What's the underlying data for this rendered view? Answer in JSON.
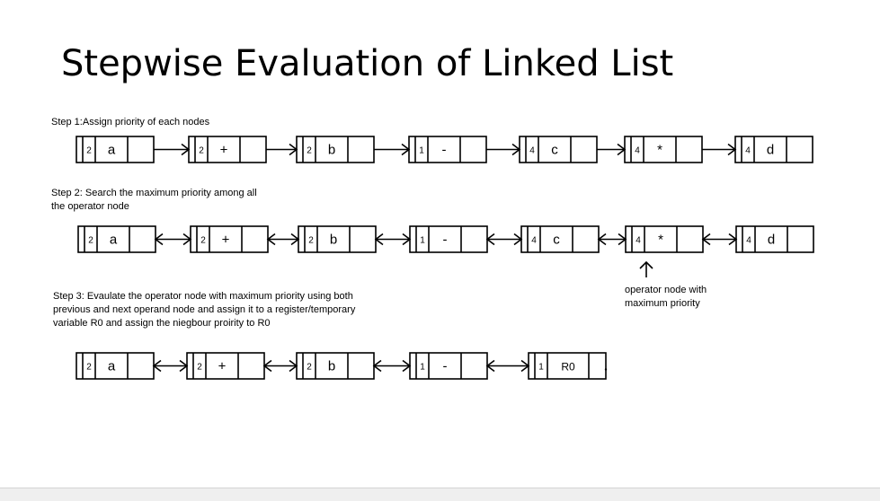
{
  "slide": {
    "title": "Stepwise Evaluation of Linked List"
  },
  "steps": [
    {
      "label": "Step 1:Assign priority of each nodes",
      "link": "single",
      "nodes": [
        {
          "priority": "2",
          "value": "a"
        },
        {
          "priority": "2",
          "value": "+"
        },
        {
          "priority": "2",
          "value": "b"
        },
        {
          "priority": "1",
          "value": "-"
        },
        {
          "priority": "4",
          "value": "c"
        },
        {
          "priority": "4",
          "value": "*"
        },
        {
          "priority": "4",
          "value": "d"
        }
      ]
    },
    {
      "label_lines": [
        "Step 2: Search the maximum priority among all",
        "the operator node"
      ],
      "link": "double",
      "nodes": [
        {
          "priority": "2",
          "value": "a"
        },
        {
          "priority": "2",
          "value": "+"
        },
        {
          "priority": "2",
          "value": "b"
        },
        {
          "priority": "1",
          "value": "-"
        },
        {
          "priority": "4",
          "value": "c"
        },
        {
          "priority": "4",
          "value": "*"
        },
        {
          "priority": "4",
          "value": "d"
        }
      ],
      "annotation_lines": [
        "operator node with",
        "maximum priority"
      ]
    },
    {
      "label_lines": [
        "Step 3: Evaulate the operator node with maximum priority using both",
        "previous and next operand node and assign it to a register/temporary",
        "variable R0  and assign the niegbour proirity to R0"
      ],
      "link": "double",
      "nodes": [
        {
          "priority": "2",
          "value": "a"
        },
        {
          "priority": "2",
          "value": "+"
        },
        {
          "priority": "2",
          "value": "b"
        },
        {
          "priority": "1",
          "value": "-"
        },
        {
          "priority": "1",
          "value": "R0"
        }
      ]
    }
  ]
}
